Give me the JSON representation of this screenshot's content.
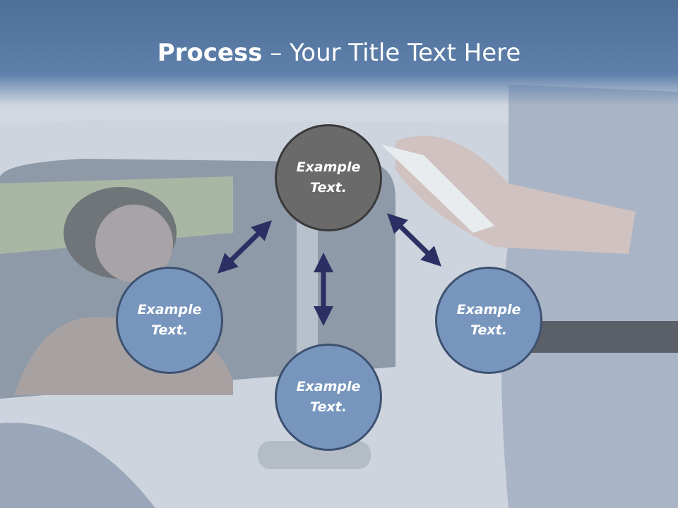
{
  "title": {
    "bold": "Process",
    "rest": " – Your Title Text Here"
  },
  "nodes": {
    "top": "Example Text.",
    "left": "Example Text.",
    "right": "Example Text.",
    "bottom": "Example Text."
  },
  "colors": {
    "header": "#5877a2",
    "node_fill": "#7896bd",
    "center_fill": "#6a6a6a",
    "arrow": "#2b2f63"
  }
}
